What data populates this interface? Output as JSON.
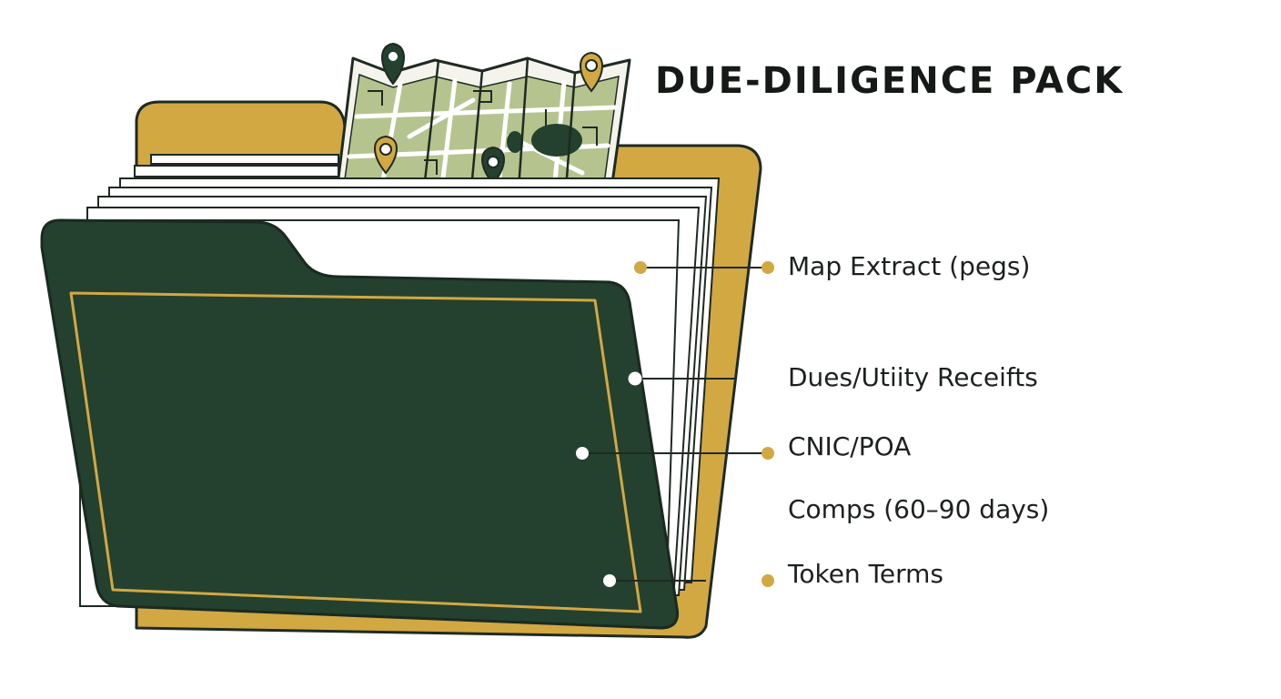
{
  "title": "DUE-DILIGENCE PACK",
  "items": [
    {
      "label": "Map Extract (pegs)"
    },
    {
      "label": "Dues/Utiity Receifts"
    },
    {
      "label": "CNIC/POA"
    },
    {
      "label": "Comps (60–90 days)"
    },
    {
      "label": "Token Terms"
    }
  ],
  "colors": {
    "folder_green": "#24402f",
    "folder_gold": "#d2a843",
    "map_green": "#b5c48e",
    "ink": "#1c211e",
    "accent_dot": "#d2a843"
  },
  "icons": [
    "map-pin-icon",
    "folder-icon",
    "map-icon"
  ]
}
